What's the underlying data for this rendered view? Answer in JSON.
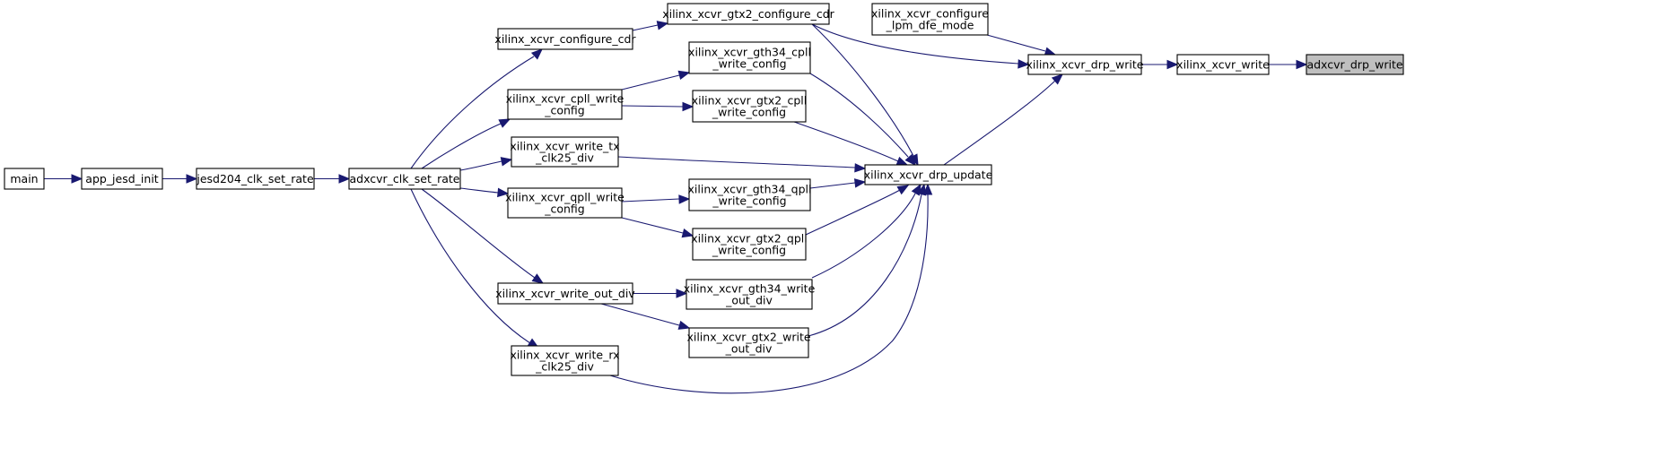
{
  "nodes": {
    "main": [
      "main"
    ],
    "app_jesd_init": [
      "app_jesd_init"
    ],
    "jesd204_clk_set_rate": [
      "jesd204_clk_set_rate"
    ],
    "adxcvr_clk_set_rate": [
      "adxcvr_clk_set_rate"
    ],
    "xilinx_xcvr_configure_cdr": [
      "xilinx_xcvr_configure_cdr"
    ],
    "xilinx_xcvr_cpll_write_config": [
      "xilinx_xcvr_cpll_write",
      "_config"
    ],
    "xilinx_xcvr_write_tx_clk25_div": [
      "xilinx_xcvr_write_tx",
      "_clk25_div"
    ],
    "xilinx_xcvr_qpll_write_config": [
      "xilinx_xcvr_qpll_write",
      "_config"
    ],
    "xilinx_xcvr_write_out_div": [
      "xilinx_xcvr_write_out_div"
    ],
    "xilinx_xcvr_write_rx_clk25_div": [
      "xilinx_xcvr_write_rx",
      "_clk25_div"
    ],
    "xilinx_xcvr_gtx2_configure_cdr": [
      "xilinx_xcvr_gtx2_configure_cdr"
    ],
    "xilinx_xcvr_gth34_cpll_write_config": [
      "xilinx_xcvr_gth34_cpll",
      "_write_config"
    ],
    "xilinx_xcvr_gtx2_cpll_write_config": [
      "xilinx_xcvr_gtx2_cpll",
      "_write_config"
    ],
    "xilinx_xcvr_gth34_qpll_write_config": [
      "xilinx_xcvr_gth34_qpll",
      "_write_config"
    ],
    "xilinx_xcvr_gtx2_qpll_write_config": [
      "xilinx_xcvr_gtx2_qpll",
      "_write_config"
    ],
    "xilinx_xcvr_gth34_write_out_div": [
      "xilinx_xcvr_gth34_write",
      "_out_div"
    ],
    "xilinx_xcvr_gtx2_write_out_div": [
      "xilinx_xcvr_gtx2_write",
      "_out_div"
    ],
    "xilinx_xcvr_configure_lpm_dfe_mode": [
      "xilinx_xcvr_configure",
      "_lpm_dfe_mode"
    ],
    "xilinx_xcvr_drp_update": [
      "xilinx_xcvr_drp_update"
    ],
    "xilinx_xcvr_drp_write": [
      "xilinx_xcvr_drp_write"
    ],
    "xilinx_xcvr_write": [
      "xilinx_xcvr_write"
    ],
    "adxcvr_drp_write": [
      "adxcvr_drp_write"
    ]
  },
  "target_node": "adxcvr_drp_write",
  "edges": [
    [
      "main",
      "app_jesd_init"
    ],
    [
      "app_jesd_init",
      "jesd204_clk_set_rate"
    ],
    [
      "jesd204_clk_set_rate",
      "adxcvr_clk_set_rate"
    ],
    [
      "adxcvr_clk_set_rate",
      "xilinx_xcvr_configure_cdr"
    ],
    [
      "adxcvr_clk_set_rate",
      "xilinx_xcvr_cpll_write_config"
    ],
    [
      "adxcvr_clk_set_rate",
      "xilinx_xcvr_write_tx_clk25_div"
    ],
    [
      "adxcvr_clk_set_rate",
      "xilinx_xcvr_qpll_write_config"
    ],
    [
      "adxcvr_clk_set_rate",
      "xilinx_xcvr_write_out_div"
    ],
    [
      "adxcvr_clk_set_rate",
      "xilinx_xcvr_write_rx_clk25_div"
    ],
    [
      "xilinx_xcvr_configure_cdr",
      "xilinx_xcvr_gtx2_configure_cdr"
    ],
    [
      "xilinx_xcvr_cpll_write_config",
      "xilinx_xcvr_gth34_cpll_write_config"
    ],
    [
      "xilinx_xcvr_cpll_write_config",
      "xilinx_xcvr_gtx2_cpll_write_config"
    ],
    [
      "xilinx_xcvr_qpll_write_config",
      "xilinx_xcvr_gth34_qpll_write_config"
    ],
    [
      "xilinx_xcvr_qpll_write_config",
      "xilinx_xcvr_gtx2_qpll_write_config"
    ],
    [
      "xilinx_xcvr_write_out_div",
      "xilinx_xcvr_gth34_write_out_div"
    ],
    [
      "xilinx_xcvr_write_out_div",
      "xilinx_xcvr_gtx2_write_out_div"
    ],
    [
      "xilinx_xcvr_gtx2_configure_cdr",
      "xilinx_xcvr_drp_write"
    ],
    [
      "xilinx_xcvr_gtx2_configure_cdr",
      "xilinx_xcvr_drp_update"
    ],
    [
      "xilinx_xcvr_gth34_cpll_write_config",
      "xilinx_xcvr_drp_update"
    ],
    [
      "xilinx_xcvr_gtx2_cpll_write_config",
      "xilinx_xcvr_drp_update"
    ],
    [
      "xilinx_xcvr_write_tx_clk25_div",
      "xilinx_xcvr_drp_update"
    ],
    [
      "xilinx_xcvr_gth34_qpll_write_config",
      "xilinx_xcvr_drp_update"
    ],
    [
      "xilinx_xcvr_gtx2_qpll_write_config",
      "xilinx_xcvr_drp_update"
    ],
    [
      "xilinx_xcvr_gth34_write_out_div",
      "xilinx_xcvr_drp_update"
    ],
    [
      "xilinx_xcvr_gtx2_write_out_div",
      "xilinx_xcvr_drp_update"
    ],
    [
      "xilinx_xcvr_write_rx_clk25_div",
      "xilinx_xcvr_drp_update"
    ],
    [
      "xilinx_xcvr_configure_lpm_dfe_mode",
      "xilinx_xcvr_drp_write"
    ],
    [
      "xilinx_xcvr_drp_update",
      "xilinx_xcvr_drp_write"
    ],
    [
      "xilinx_xcvr_drp_write",
      "xilinx_xcvr_write"
    ],
    [
      "xilinx_xcvr_write",
      "adxcvr_drp_write"
    ]
  ],
  "colors": {
    "edge": "#191970",
    "node_border": "#000000",
    "node_fill": "#ffffff",
    "target_fill": "#bfbfbf"
  }
}
